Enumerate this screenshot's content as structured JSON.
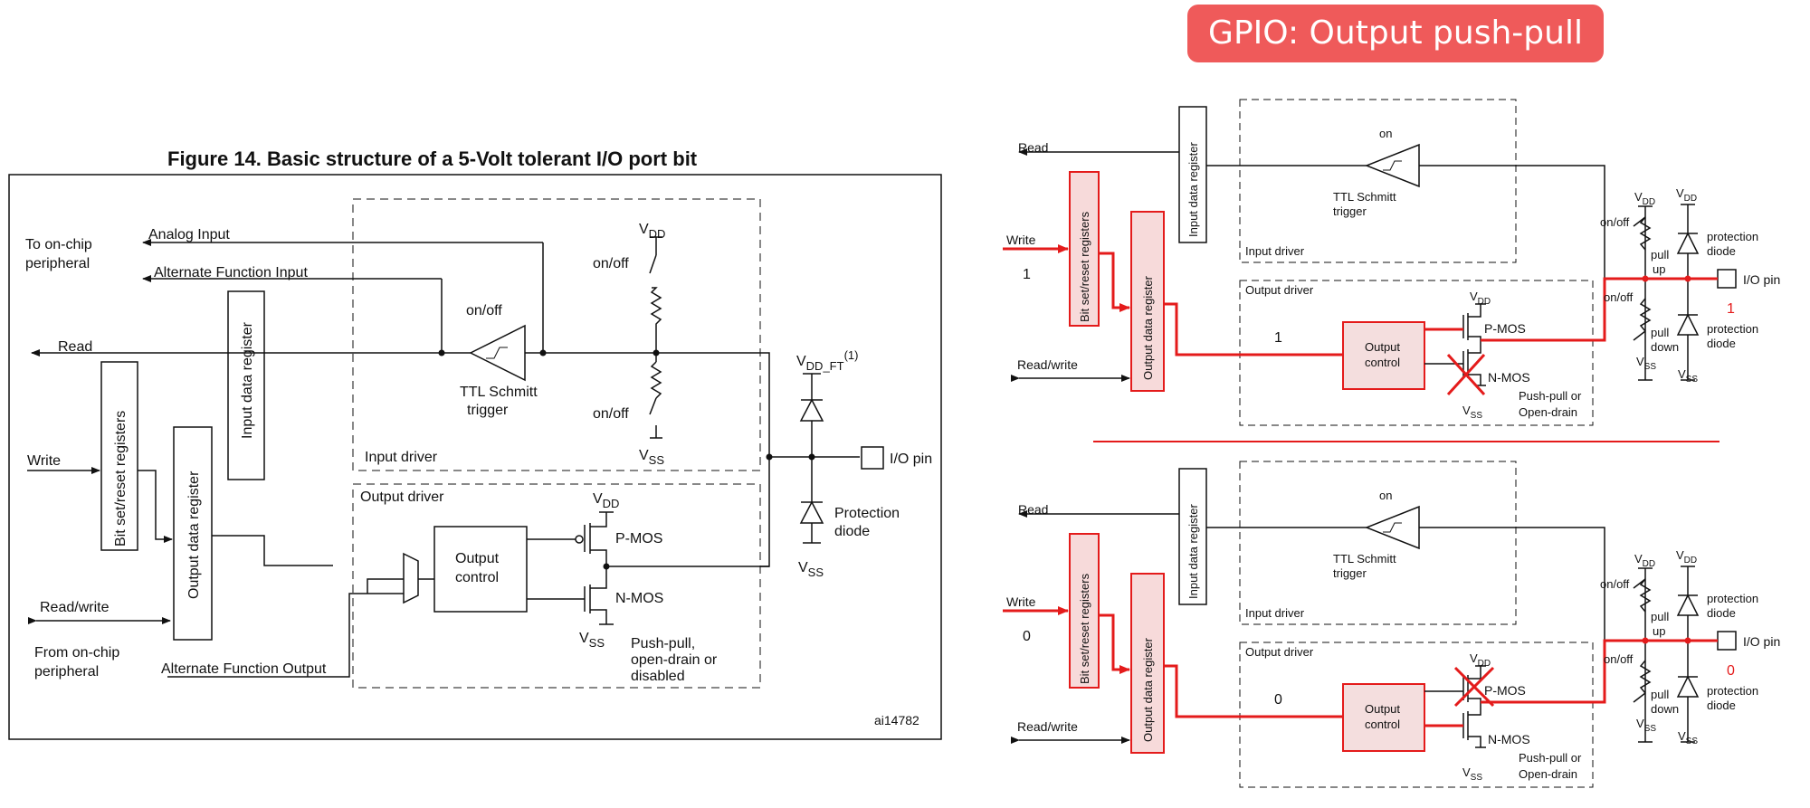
{
  "figure": {
    "title": "Figure 14. Basic structure of a 5-Volt tolerant I/O port bit",
    "code": "ai14782",
    "labels": {
      "to_onchip_1": "To on-chip",
      "to_onchip_2": "peripheral",
      "from_onchip_1": "From on-chip",
      "from_onchip_2": "peripheral",
      "analog_input": "Analog Input",
      "alt_func_input": "Alternate Function Input",
      "alt_func_output": "Alternate Function Output",
      "read": "Read",
      "write": "Write",
      "read_write": "Read/write",
      "bit_set_reset": "Bit set/reset registers",
      "input_data_register": "Input data register",
      "output_data_register": "Output data register",
      "on_off": "on/off",
      "ttl_1": "TTL Schmitt",
      "ttl_2": "trigger",
      "input_driver": "Input driver",
      "output_driver": "Output driver",
      "output_control_1": "Output",
      "output_control_2": "control",
      "pmos": "P-MOS",
      "nmos": "N-MOS",
      "vdd": "V",
      "vdd_sub": "DD",
      "vss": "V",
      "vss_sub": "SS",
      "vdd_ft_sub": "DD_FT",
      "vdd_ft_sup": "(1)",
      "io_pin": "I/O pin",
      "protection_1": "Protection",
      "protection_2": "diode",
      "pp_1": "Push-pull,",
      "pp_2": "open-drain or",
      "pp_3": "disabled"
    }
  },
  "right": {
    "badge": "GPIO: Output push-pull",
    "accent_color": "#e41b1b",
    "badge_color": "#ef5a5a",
    "common": {
      "read": "Read",
      "write": "Write",
      "read_write": "Read/write",
      "bit_set_reset": "Bit set/reset registers",
      "input_data_register": "Input data register",
      "output_data_register": "Output data register",
      "on": "on",
      "on_off": "on/off",
      "ttl_1": "TTL Schmitt",
      "ttl_2": "trigger",
      "input_driver": "Input driver",
      "output_driver": "Output driver",
      "output_control_1": "Output",
      "output_control_2": "control",
      "pmos": "P-MOS",
      "nmos": "N-MOS",
      "pull_up_1": "pull",
      "pull_up_2": "up",
      "pull_down_1": "pull",
      "pull_down_2": "down",
      "protection_1": "protection",
      "protection_2": "diode",
      "io_pin": "I/O pin",
      "pp_1": "Push-pull or",
      "pp_2": "Open-drain",
      "v": "V",
      "dd": "DD",
      "ss": "SS"
    },
    "panels": [
      {
        "write_value": "1",
        "data_value": "1",
        "pin_value": "1",
        "disabled_transistor": "N-MOS"
      },
      {
        "write_value": "0",
        "data_value": "0",
        "pin_value": "0",
        "disabled_transistor": "P-MOS"
      }
    ]
  }
}
